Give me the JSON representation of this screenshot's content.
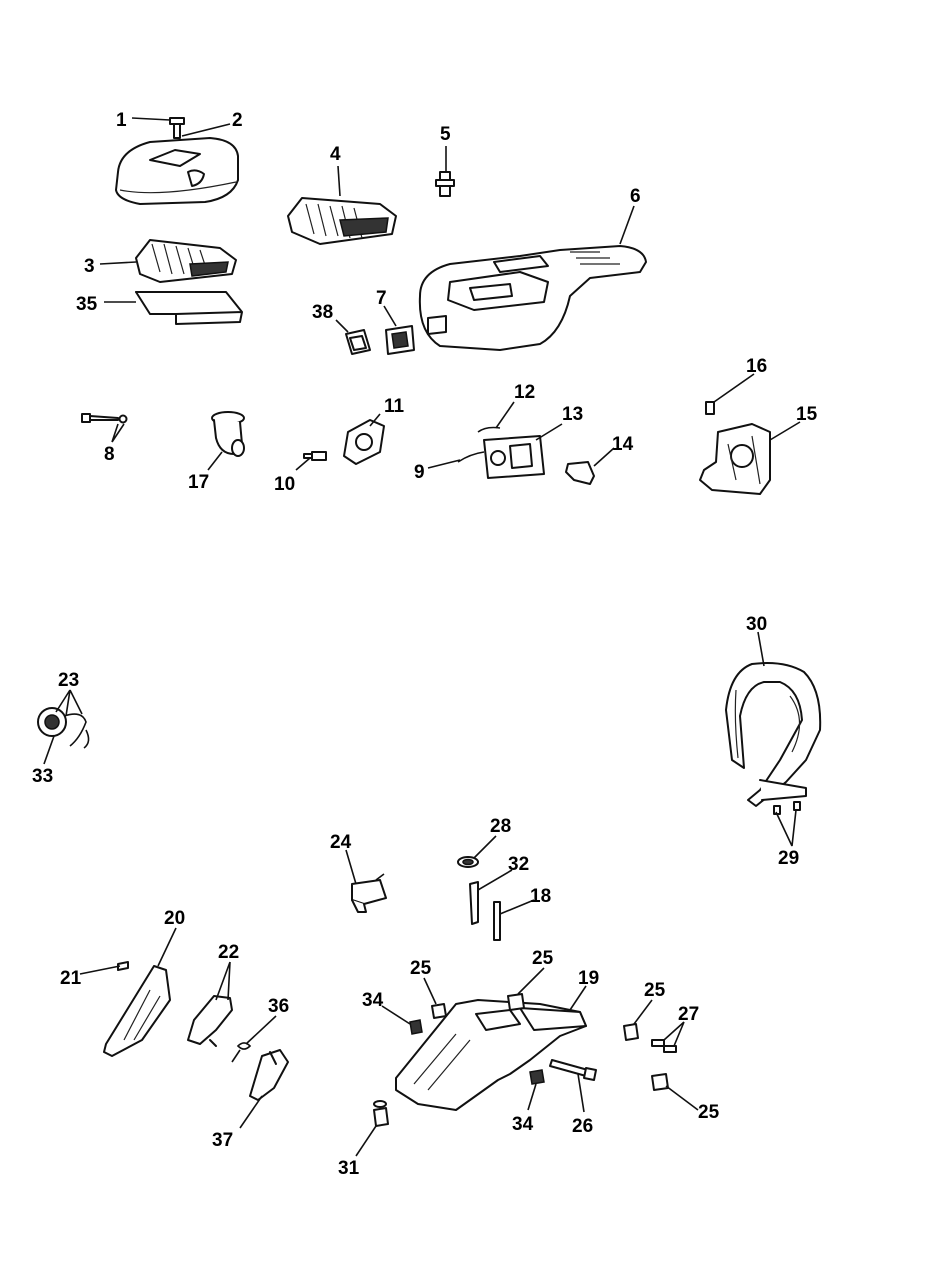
{
  "diagram": {
    "callouts": [
      {
        "id": "c1",
        "label": "1"
      },
      {
        "id": "c2",
        "label": "2"
      },
      {
        "id": "c3",
        "label": "3"
      },
      {
        "id": "c35",
        "label": "35"
      },
      {
        "id": "c4",
        "label": "4"
      },
      {
        "id": "c5",
        "label": "5"
      },
      {
        "id": "c6",
        "label": "6"
      },
      {
        "id": "c38",
        "label": "38"
      },
      {
        "id": "c7",
        "label": "7"
      },
      {
        "id": "c8",
        "label": "8"
      },
      {
        "id": "c17",
        "label": "17"
      },
      {
        "id": "c10",
        "label": "10"
      },
      {
        "id": "c11",
        "label": "11"
      },
      {
        "id": "c12",
        "label": "12"
      },
      {
        "id": "c13",
        "label": "13"
      },
      {
        "id": "c9",
        "label": "9"
      },
      {
        "id": "c14",
        "label": "14"
      },
      {
        "id": "c16",
        "label": "16"
      },
      {
        "id": "c15",
        "label": "15"
      },
      {
        "id": "c23",
        "label": "23"
      },
      {
        "id": "c33",
        "label": "33"
      },
      {
        "id": "c30",
        "label": "30"
      },
      {
        "id": "c29",
        "label": "29"
      },
      {
        "id": "c24",
        "label": "24"
      },
      {
        "id": "c28",
        "label": "28"
      },
      {
        "id": "c32",
        "label": "32"
      },
      {
        "id": "c18",
        "label": "18"
      },
      {
        "id": "c20",
        "label": "20"
      },
      {
        "id": "c21",
        "label": "21"
      },
      {
        "id": "c22",
        "label": "22"
      },
      {
        "id": "c36",
        "label": "36"
      },
      {
        "id": "c37",
        "label": "37"
      },
      {
        "id": "c25a",
        "label": "25"
      },
      {
        "id": "c25b",
        "label": "25"
      },
      {
        "id": "c34a",
        "label": "34"
      },
      {
        "id": "c19",
        "label": "19"
      },
      {
        "id": "c25c",
        "label": "25"
      },
      {
        "id": "c27",
        "label": "27"
      },
      {
        "id": "c34b",
        "label": "34"
      },
      {
        "id": "c26",
        "label": "26"
      },
      {
        "id": "c25d",
        "label": "25"
      },
      {
        "id": "c31",
        "label": "31"
      }
    ]
  }
}
